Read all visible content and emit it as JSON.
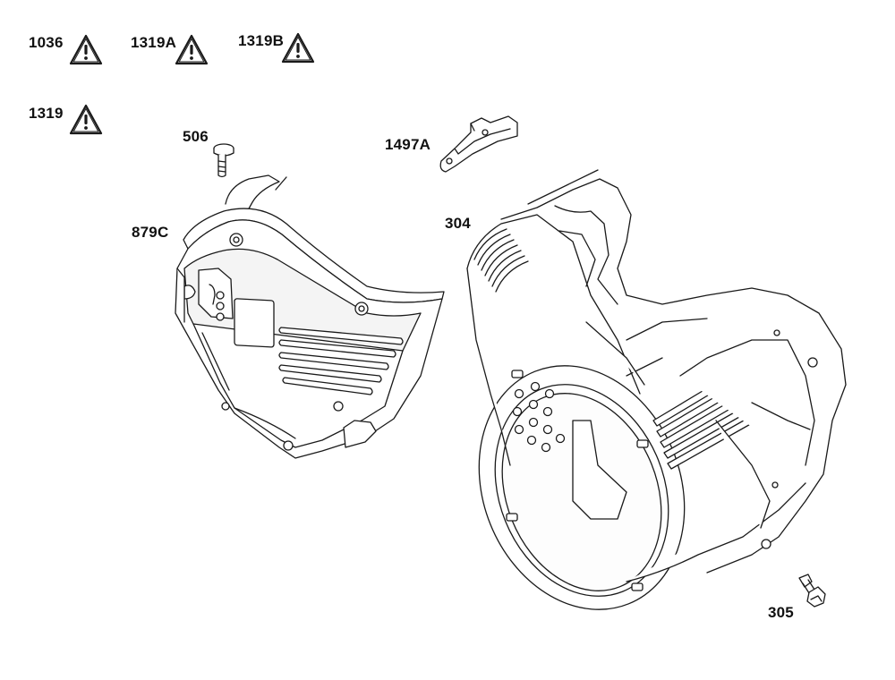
{
  "diagram": {
    "callouts": {
      "c1036": "1036",
      "c1319A": "1319A",
      "c1319B": "1319B",
      "c1319": "1319",
      "c506": "506",
      "c1497A": "1497A",
      "c879C": "879C",
      "c304": "304",
      "c305": "305"
    },
    "icons": {
      "warning": "warning-triangle-icon"
    },
    "colors": {
      "line": "#1a1a1a",
      "fill": "#ffffff",
      "shade": "#e6e6e6"
    }
  }
}
